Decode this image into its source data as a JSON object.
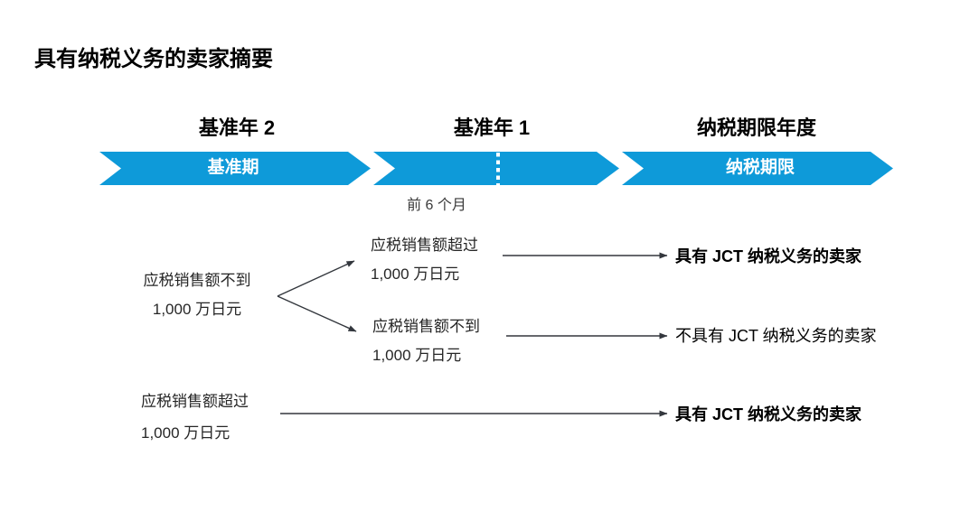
{
  "title": "具有纳税义务的卖家摘要",
  "timeline": {
    "band_color": "#0E9AD9",
    "columns": [
      {
        "header": "基准年 2",
        "band_label": "基准期"
      },
      {
        "header": "基准年 1"
      },
      {
        "header": "纳税期限年度",
        "band_label": "纳税期限"
      }
    ],
    "sub_label": "前 6 个月"
  },
  "flow": {
    "base_year2_low": {
      "line1": "应税销售额不到",
      "line2": "1,000 万日元"
    },
    "base_year1_high": {
      "line1": "应税销售额超过",
      "line2": "1,000 万日元"
    },
    "base_year1_low": {
      "line1": "应税销售额不到",
      "line2": "1,000 万日元"
    },
    "base_year2_high": {
      "line1": "应税销售额超过",
      "line2": "1,000 万日元"
    },
    "outcomes": [
      {
        "label": "具有 JCT 纳税义务的卖家"
      },
      {
        "label": "不具有 JCT 纳税义务的卖家"
      },
      {
        "label": "具有 JCT 纳税义务的卖家"
      }
    ]
  }
}
